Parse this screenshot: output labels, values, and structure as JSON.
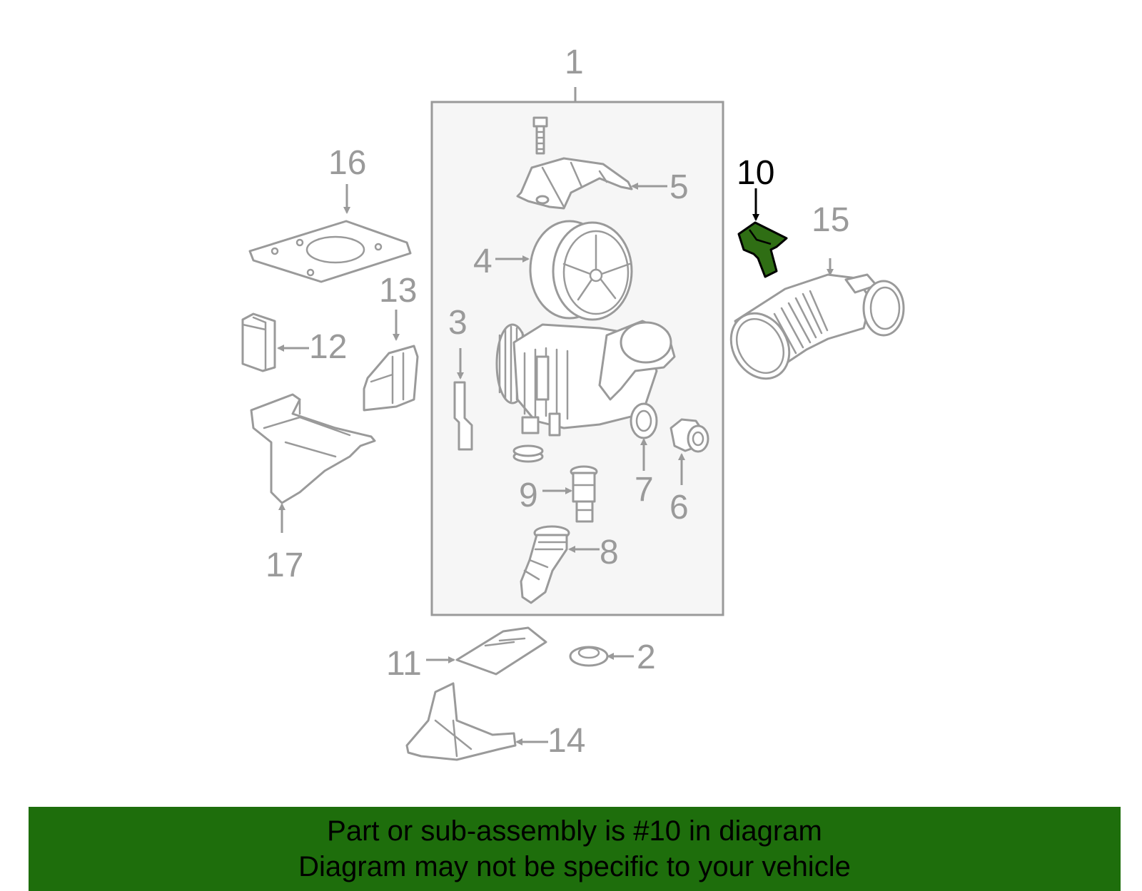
{
  "callouts": [
    "1",
    "2",
    "3",
    "4",
    "5",
    "6",
    "7",
    "8",
    "9",
    "10",
    "11",
    "12",
    "13",
    "14",
    "15",
    "16",
    "17"
  ],
  "highlighted_callout": "10",
  "colors": {
    "highlight_part": "#2f6e14",
    "banner_bg": "#1e6e0c",
    "line_gray": "#9a9a9a",
    "assembly_box_fill": "#f6f6f6"
  },
  "banner": {
    "line1": "Part or sub-assembly is #10 in diagram",
    "line2": "Diagram may not be specific to your vehicle"
  }
}
